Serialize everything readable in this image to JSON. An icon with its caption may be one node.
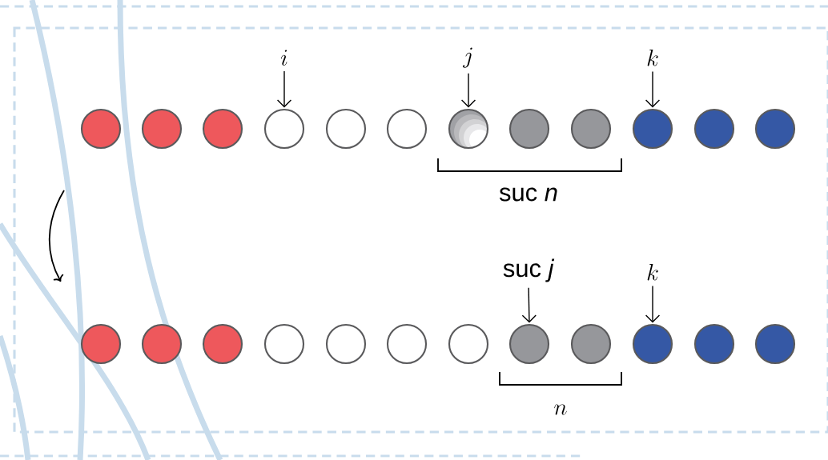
{
  "diagram": {
    "nodes": [
      {
        "text": [],
        "shape": "circle"
      },
      {
        "text": [],
        "shape": "circle"
      },
      {
        "text": [],
        "shape": "circle"
      },
      {
        "text": [],
        "shape": "circle"
      },
      {
        "text": [],
        "shape": "circle"
      },
      {
        "text": [],
        "shape": "circle"
      },
      {
        "text": [],
        "shape": "circle"
      },
      {
        "text": [],
        "shape": "circle"
      },
      {
        "text": [],
        "shape": "circle"
      },
      {
        "text": [],
        "shape": "circle"
      },
      {
        "text": [],
        "shape": "circle"
      },
      {
        "text": [],
        "shape": "circle"
      },
      {
        "text": [],
        "shape": "circle"
      },
      {
        "text": [],
        "shape": "circle"
      },
      {
        "text": [],
        "shape": "circle"
      },
      {
        "text": [],
        "shape": "circle"
      },
      {
        "text": [],
        "shape": "circle"
      },
      {
        "text": [],
        "shape": "circle"
      },
      {
        "text": [],
        "shape": "circle"
      },
      {
        "text": [],
        "shape": "circle"
      },
      {
        "text": [],
        "shape": "circle"
      },
      {
        "text": [],
        "shape": "circle"
      },
      {
        "text": [],
        "shape": "circle"
      },
      {
        "text": [],
        "shape": "circle"
      },
      {
        "text": [
          "i"
        ]
      },
      {
        "text": [
          "j"
        ]
      },
      {
        "text": [
          "k"
        ]
      },
      {
        "text": [
          "suc *j*"
        ]
      },
      {
        "text": [
          "k"
        ]
      }
    ],
    "edges": [
      {
        "from": 24,
        "to": 3,
        "arrow": "to"
      },
      {
        "from": 25,
        "to": 6,
        "arrow": "to"
      },
      {
        "from": 26,
        "to": 9,
        "arrow": "to"
      },
      {
        "from": 27,
        "to": 19,
        "arrow": "to"
      },
      {
        "from": 28,
        "to": 21,
        "arrow": "to"
      }
    ],
    "labels": [
      "suc *n*",
      "n"
    ]
  }
}
